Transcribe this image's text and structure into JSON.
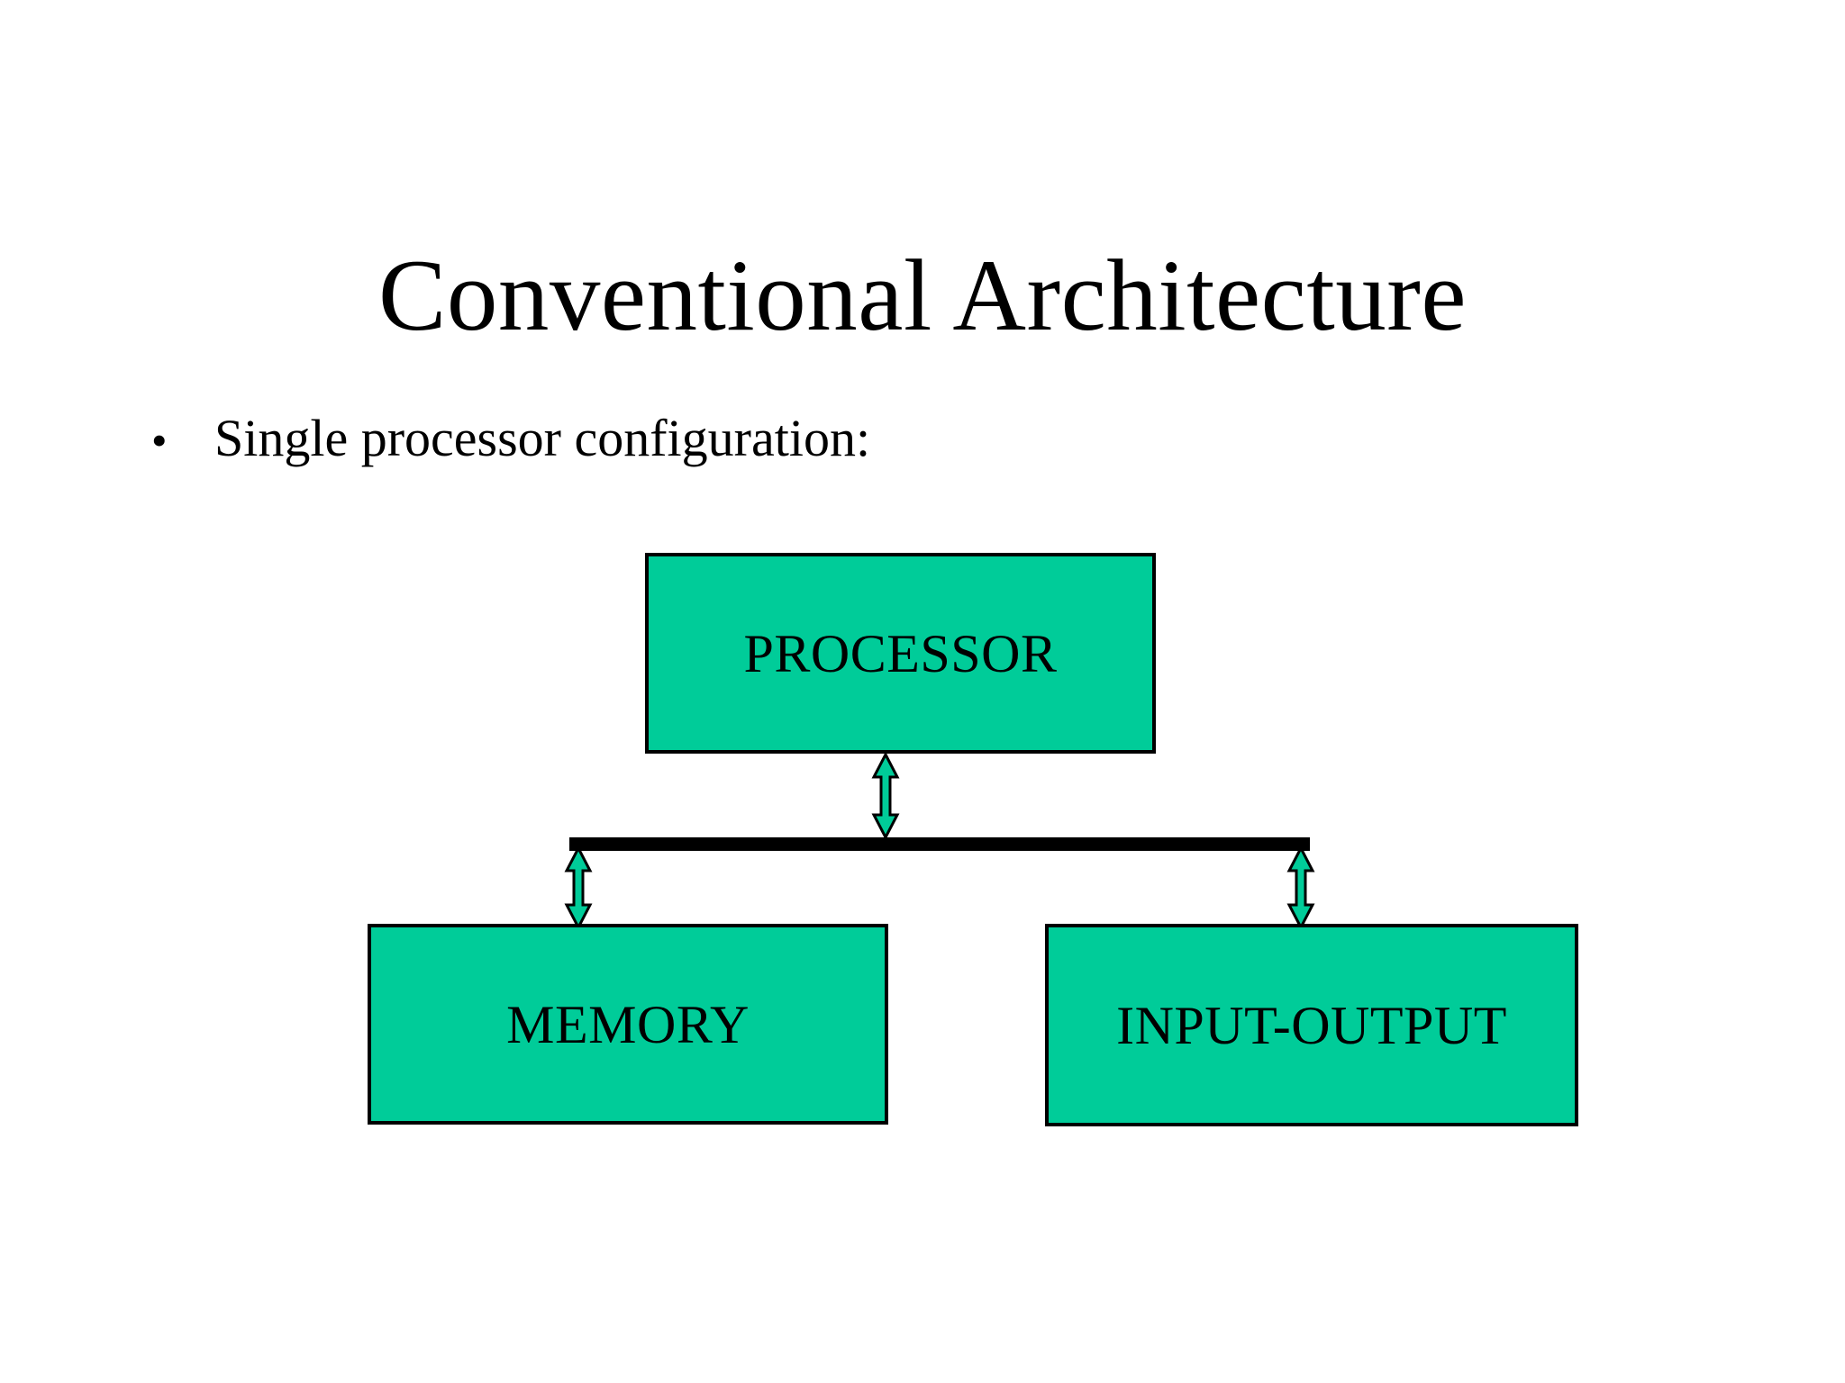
{
  "slide": {
    "title": "Conventional Architecture",
    "background_color": "#FFFFFF",
    "text_color": "#000000"
  },
  "body": {
    "bullets": [
      {
        "marker": "•",
        "text": "Single processor configuration:"
      }
    ]
  },
  "diagram": {
    "type": "block-diagram",
    "accent_color": "#00CC99",
    "outline_color": "#000000",
    "bus_color": "#000000",
    "nodes": [
      {
        "id": "processor",
        "label": "PROCESSOR"
      },
      {
        "id": "memory",
        "label": "MEMORY"
      },
      {
        "id": "io",
        "label": "INPUT-OUTPUT"
      }
    ],
    "connectors": [
      {
        "id": "processor-bus",
        "from": "processor",
        "to": "bus",
        "style": "double-arrow"
      },
      {
        "id": "bus-memory",
        "from": "bus",
        "to": "memory",
        "style": "double-arrow"
      },
      {
        "id": "bus-io",
        "from": "bus",
        "to": "io",
        "style": "double-arrow"
      }
    ],
    "bus": {
      "id": "system-bus",
      "label": ""
    }
  }
}
